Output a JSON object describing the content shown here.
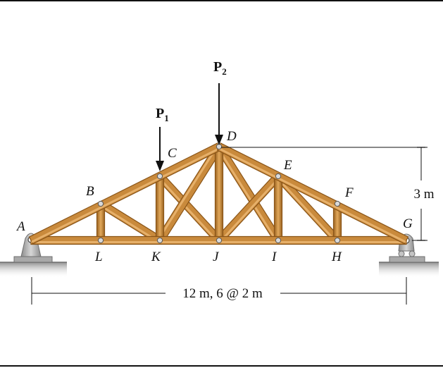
{
  "figure": {
    "joint_labels": {
      "A": "A",
      "B": "B",
      "C": "C",
      "D": "D",
      "E": "E",
      "F": "F",
      "G": "G",
      "H": "H",
      "I": "I",
      "J": "J",
      "K": "K",
      "L": "L"
    },
    "loads": [
      {
        "letter": "P",
        "sub": "1"
      },
      {
        "letter": "P",
        "sub": "2"
      }
    ],
    "dimensions": {
      "span": "12 m, 6 @ 2 m",
      "height": "3 m"
    },
    "colors": {
      "member_light": "#e6b06a",
      "member_mid": "#c98a3c",
      "member_dark": "#8a5518",
      "pin": "#d9d9d9",
      "support": "#b9b9b9",
      "ground": "#9a9a9a",
      "line": "#111111"
    }
  }
}
